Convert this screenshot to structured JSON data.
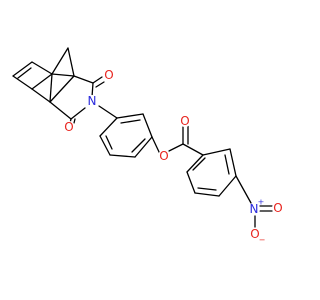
{
  "atoms": {
    "imide_carbonyl_top_o": "O",
    "imide_n": "N",
    "imide_carbonyl_bottom_o": "O",
    "ester_carbonyl_o": "O",
    "ester_link_o": "O",
    "nitro_n": "N",
    "nitro_o_upper": "O",
    "nitro_o_lower": "O"
  },
  "charges": {
    "nitro_n_charge": "+",
    "nitro_o_lower_charge": "−"
  },
  "colors": {
    "bond": "#000000",
    "oxygen": "#e8251f",
    "nitrogen": "#2b2bdd"
  }
}
